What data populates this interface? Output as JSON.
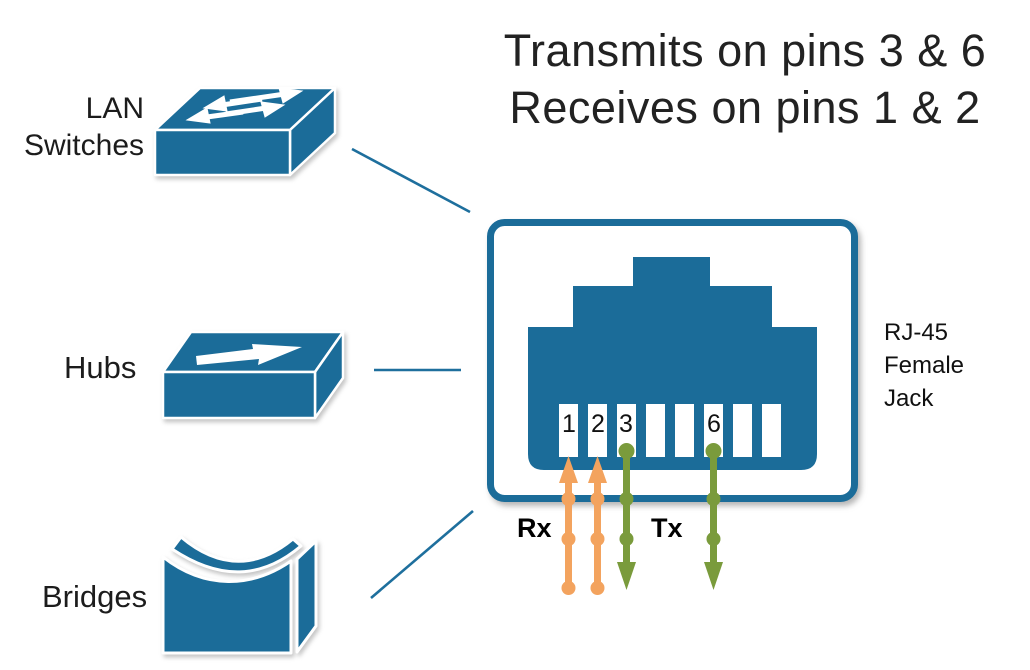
{
  "title": {
    "line1": "Transmits on pins 3 & 6",
    "line2": "Receives on pins 1 & 2"
  },
  "devices": {
    "lan_switches": {
      "label_line1": "LAN",
      "label_line2": "Switches"
    },
    "hubs": {
      "label": "Hubs"
    },
    "bridges": {
      "label": "Bridges"
    }
  },
  "jack": {
    "label_line1": "RJ-45",
    "label_line2": "Female",
    "label_line3": "Jack",
    "pins": {
      "pin1": "1",
      "pin2": "2",
      "pin3": "3",
      "pin6": "6"
    },
    "rx_label": "Rx",
    "tx_label": "Tx"
  },
  "colors": {
    "device_blue": "#1b6c99",
    "connector_blue": "#1e6f9d",
    "rx_orange": "#f3a35e",
    "tx_green": "#7a9b3c",
    "title_text": "#222222"
  }
}
